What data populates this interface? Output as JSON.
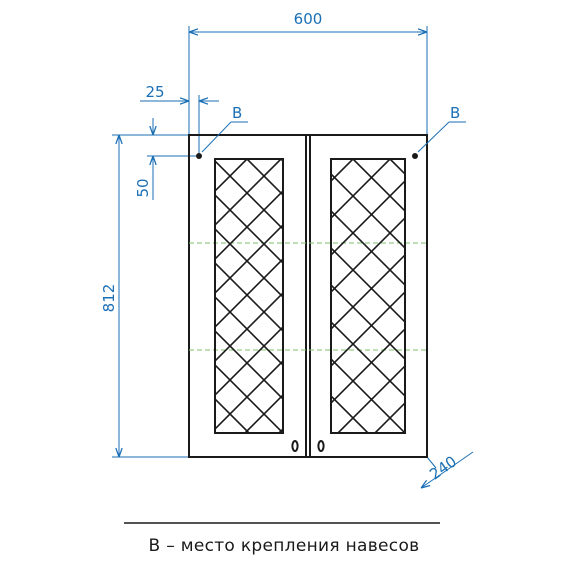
{
  "dimensions": {
    "width": "600",
    "depth": "240",
    "height": "812",
    "hinge_offset_x": "25",
    "hinge_offset_y": "50"
  },
  "markers": {
    "left": "B",
    "right": "B"
  },
  "legend": {
    "text": "B – место крепления навесов"
  }
}
